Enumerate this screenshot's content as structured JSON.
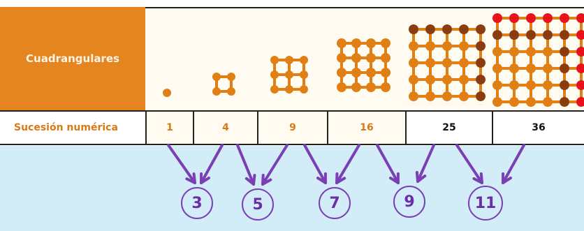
{
  "table": {
    "row_header": "Cuadrangulares",
    "sequence_label": "Sucesión numérica",
    "sequence": [
      "1",
      "4",
      "9",
      "16",
      "25",
      "36"
    ]
  },
  "differences": [
    "3",
    "5",
    "7",
    "9",
    "11"
  ],
  "colors": {
    "header_orange": "#e48520",
    "dot_orange": "#e07f14",
    "dot_brown": "#8b3d10",
    "dot_red": "#e8121c",
    "arrow_purple": "#7b3fb4",
    "blue_bg": "#d2ecf8"
  }
}
